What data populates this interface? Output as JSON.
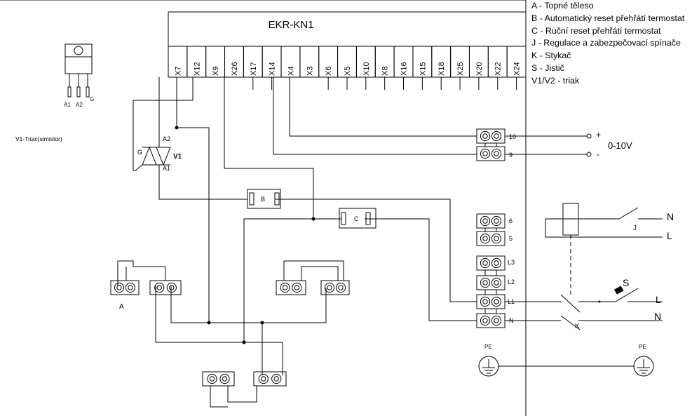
{
  "module": {
    "name": "EKR-KN1",
    "terminals": [
      "X7",
      "X12",
      "X9",
      "X26",
      "X17",
      "X14",
      "X4",
      "X3",
      "X6",
      "X5",
      "X10",
      "X8",
      "X16",
      "X15",
      "X18",
      "X25",
      "X20",
      "X22",
      "X24"
    ]
  },
  "triac_symbol": {
    "caption": "V1-Triac(simistor)",
    "pins": [
      "A1",
      "A2",
      "G"
    ]
  },
  "triac": {
    "label": "V1",
    "a2": "A2",
    "a1": "A1",
    "gate": "G"
  },
  "components": {
    "b": "B",
    "c": "C",
    "a": "A",
    "j": "J",
    "s": "S",
    "k": "K"
  },
  "terminal_block": {
    "t10": "10",
    "t9": "9",
    "t6": "6",
    "t5": "5",
    "l3": "L3",
    "l2": "L2",
    "l1": "L1",
    "n": "N"
  },
  "signal": {
    "plus": "+",
    "minus": "-",
    "range": "0-10V"
  },
  "mains": {
    "n_top": "N",
    "l_top": "L",
    "l_bottom": "L",
    "n_bottom": "N"
  },
  "earth": {
    "left": "PE",
    "right": "PE"
  },
  "legend": [
    "A - Topné těleso",
    "B - Automatický reset přehřátí termostat",
    "C - Ruční reset přehřátí termostat",
    "J - Regulace a zabezpečovací spínače",
    "K - Stykač",
    "S - Jistič",
    "V1/V2 - triak"
  ]
}
